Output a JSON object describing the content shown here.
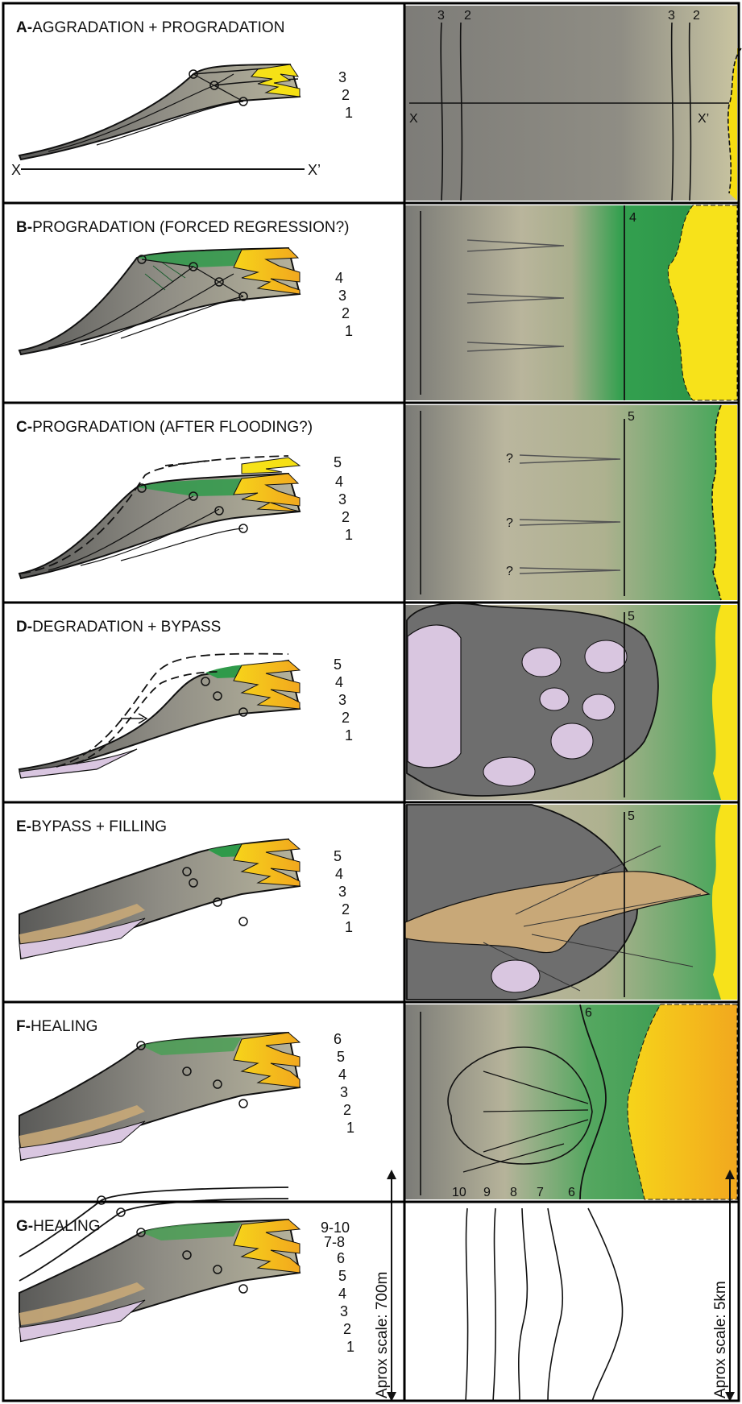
{
  "panels": [
    {
      "letter": "A-",
      "title": "AGGRADATION + PROGRADATION",
      "numbers": [
        "3",
        "2",
        "1"
      ],
      "section_left": "X",
      "section_right": "X’",
      "map_left_label": "3",
      "map_left_label_b": "2",
      "map_right_label": "3",
      "map_right_label_b": "2"
    },
    {
      "letter": "B-",
      "title": "PROGRADATION (FORCED REGRESSION?)",
      "numbers": [
        "4",
        "3",
        "2",
        "1"
      ],
      "map_label": "4"
    },
    {
      "letter": "C-",
      "title": "PROGRADATION (AFTER FLOODING?)",
      "numbers": [
        "5",
        "4",
        "3",
        "2",
        "1"
      ],
      "map_label": "5",
      "question": "?"
    },
    {
      "letter": "D-",
      "title": "DEGRADATION + BYPASS",
      "numbers": [
        "5",
        "4",
        "3",
        "2",
        "1"
      ],
      "map_label": "5"
    },
    {
      "letter": "E-",
      "title": "BYPASS + FILLING",
      "numbers": [
        "5",
        "4",
        "3",
        "2",
        "1"
      ],
      "map_label": "5"
    },
    {
      "letter": "F-",
      "title": "HEALING",
      "numbers": [
        "6",
        "5",
        "4",
        "3",
        "2",
        "1"
      ],
      "map_label": "6"
    },
    {
      "letter": "G-",
      "title": "HEALING",
      "numbers": [
        "9-10",
        "7-8",
        "6",
        "5",
        "4",
        "3",
        "2",
        "1"
      ],
      "map_labels": [
        "10",
        "9",
        "8",
        "7",
        "6"
      ]
    }
  ],
  "scales": {
    "vertical": "Aprox scale: 700m",
    "horizontal": "Aprox scale: 5km"
  },
  "colors": {
    "frame": "#000000",
    "slope_gray": "#8c8c84",
    "khaki": "#b5b29a",
    "shelf_green": "#2f9a4a",
    "sand_yellow": "#f5dc10",
    "orange": "#f2a81e",
    "lilac": "#d9c6e0",
    "tan": "#c8a878",
    "dark_gray": "#6e6e6e"
  }
}
